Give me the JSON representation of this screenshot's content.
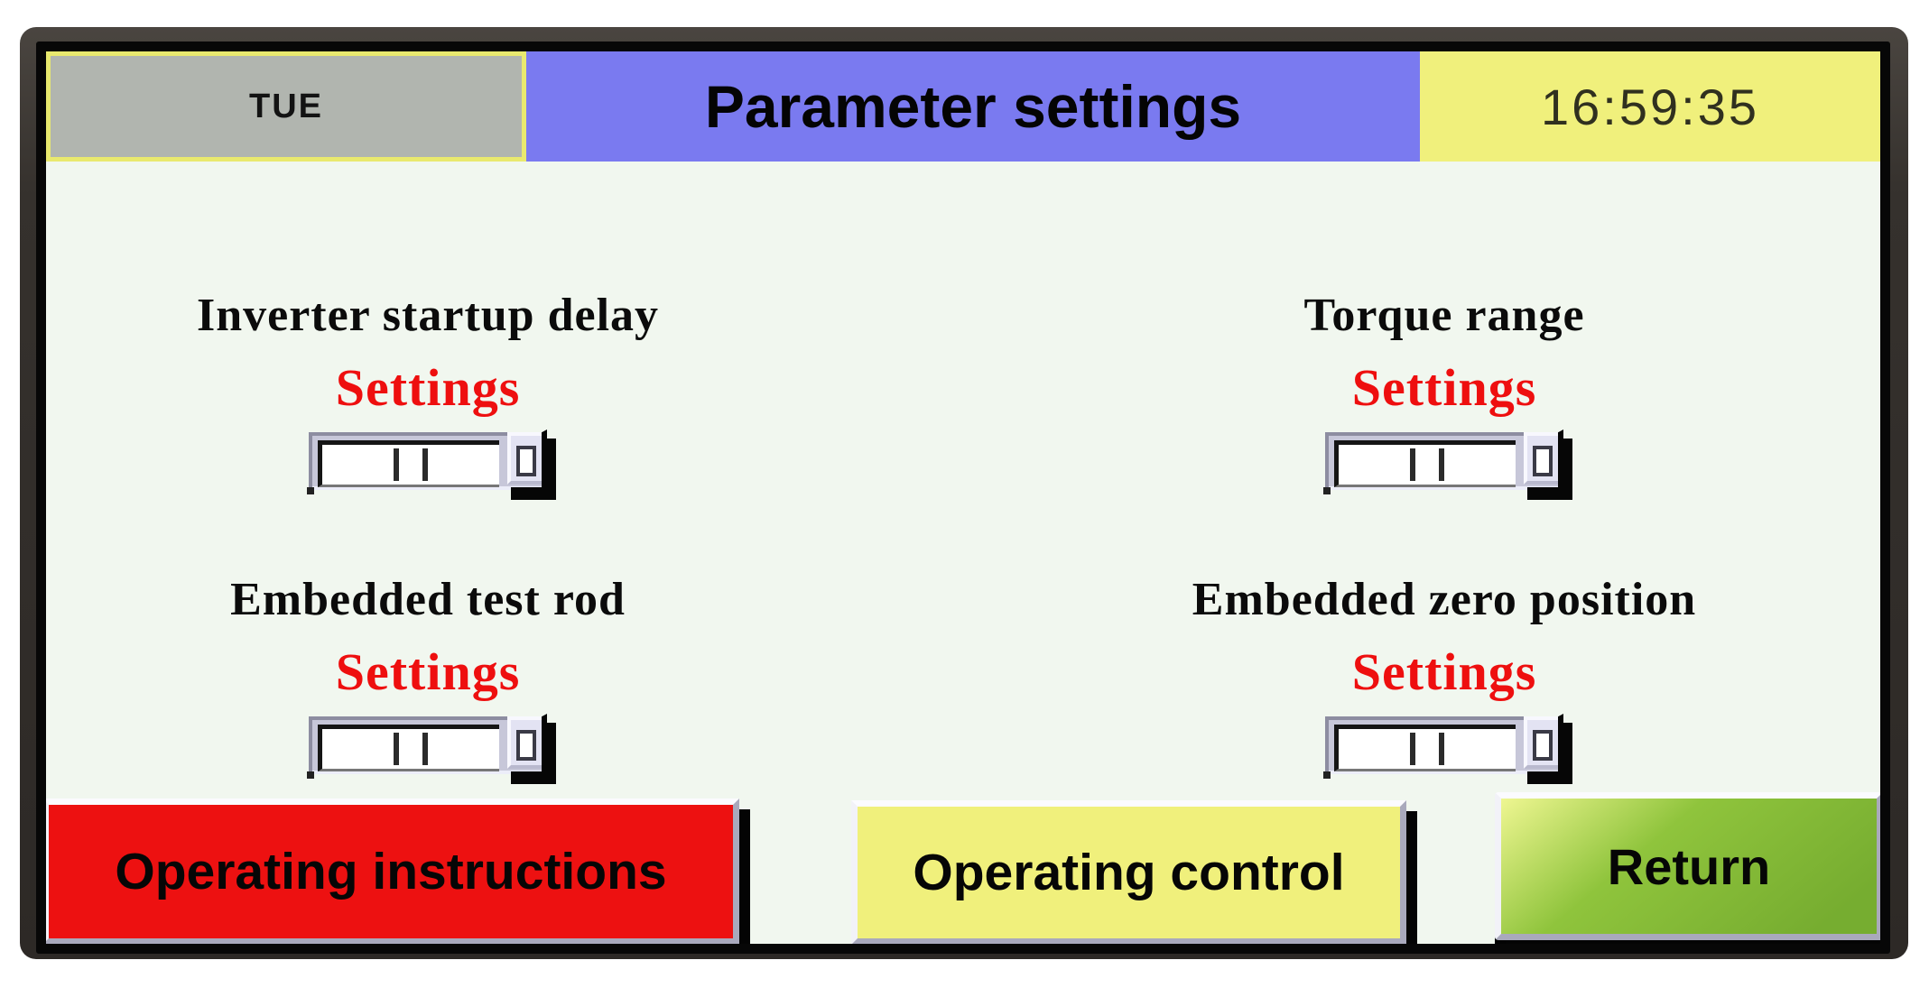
{
  "titlebar": {
    "day": "TUE",
    "title": "Parameter settings",
    "time": "16:59:35"
  },
  "parameters": [
    {
      "label": "Inverter startup delay",
      "action": "Settings"
    },
    {
      "label": "Torque range",
      "action": "Settings"
    },
    {
      "label": "Embedded test rod",
      "action": "Settings"
    },
    {
      "label": "Embedded zero position",
      "action": "Settings"
    }
  ],
  "buttons": [
    {
      "label": "Operating instructions",
      "color": "#ed1111"
    },
    {
      "label": "Operating control",
      "color": "#f0f07c"
    },
    {
      "label": "Return",
      "color": "#8fc43c"
    }
  ],
  "colors": {
    "panel_bg": "#f1f7ef",
    "day_bg": "#b1b5af",
    "title_bg": "#7a7af0",
    "time_bg": "#f0f07c",
    "settings_text": "#ee0f0f",
    "button_red": "#ed1111",
    "button_yellow": "#f0f07c",
    "button_green": "#8fc43c"
  }
}
